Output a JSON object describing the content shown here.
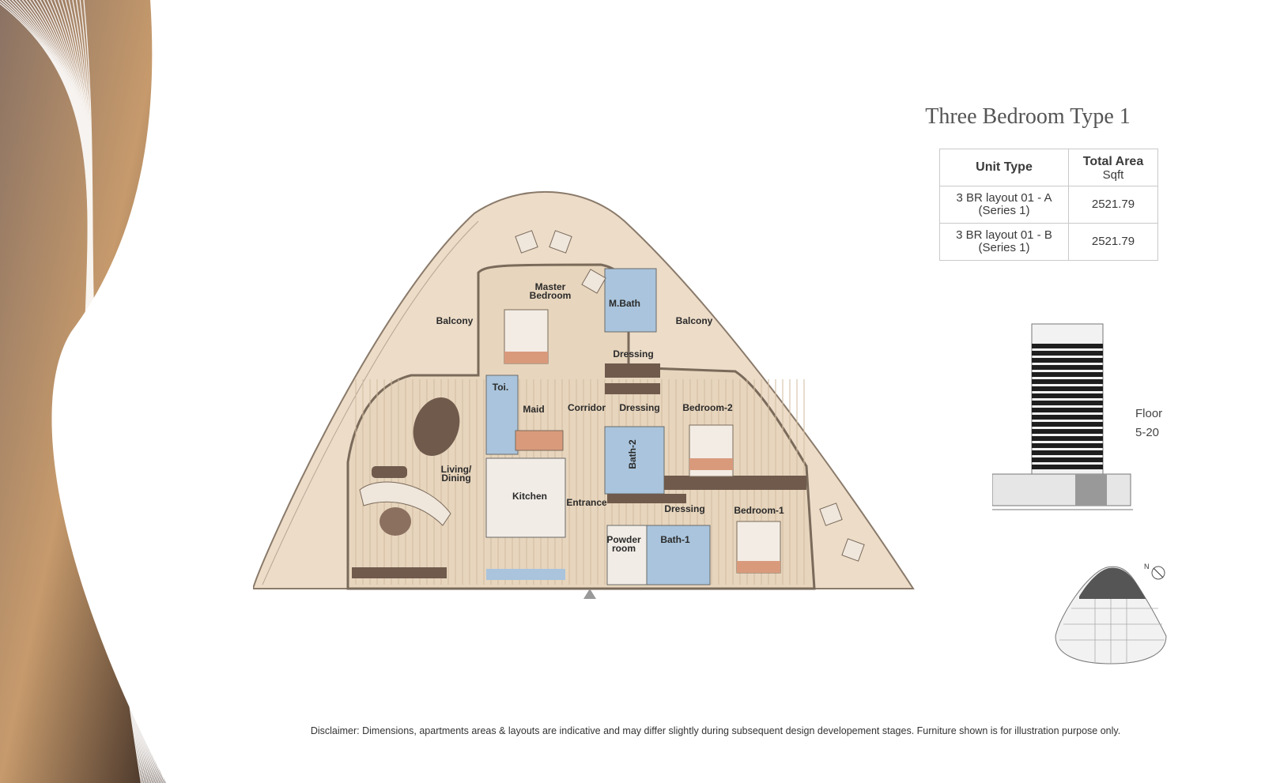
{
  "title": "Three Bedroom Type 1",
  "table": {
    "headers": {
      "unit_type": "Unit Type",
      "total_area": "Total Area",
      "total_area_unit": "Sqft"
    },
    "rows": [
      {
        "unit_line1": "3 BR layout 01 - A",
        "unit_line2": "(Series 1)",
        "area": "2521.79"
      },
      {
        "unit_line1": "3 BR layout 01 - B",
        "unit_line2": "(Series 1)",
        "area": "2521.79"
      }
    ]
  },
  "rooms": {
    "balcony_left": "Balcony",
    "balcony_right": "Balcony",
    "master_bedroom_1": "Master",
    "master_bedroom_2": "Bedroom",
    "mbath": "M.Bath",
    "dressing_top": "Dressing",
    "toi": "Toi.",
    "maid": "Maid",
    "corridor": "Corridor",
    "dressing_mid": "Dressing",
    "bedroom2": "Bedroom-2",
    "living_1": "Living/",
    "living_2": "Dining",
    "bath2": "Bath-2",
    "kitchen": "Kitchen",
    "entrance": "Entrance",
    "dressing_low": "Dressing",
    "bedroom1": "Bedroom-1",
    "powder_1": "Powder",
    "powder_2": "room",
    "bath1": "Bath-1"
  },
  "floor": {
    "label": "Floor",
    "range": "5-20"
  },
  "compass": "N",
  "disclaimer": "Disclaimer: Dimensions, apartments areas & layouts are indicative and may differ slightly during subsequent design developement stages. Furniture shown is for illustration purpose only.",
  "colors": {
    "floor_wood": "#e7d5bd",
    "balcony": "#ecdcc8",
    "bath_blue": "#a9c4dc",
    "dark_wood": "#6f5a4c"
  }
}
